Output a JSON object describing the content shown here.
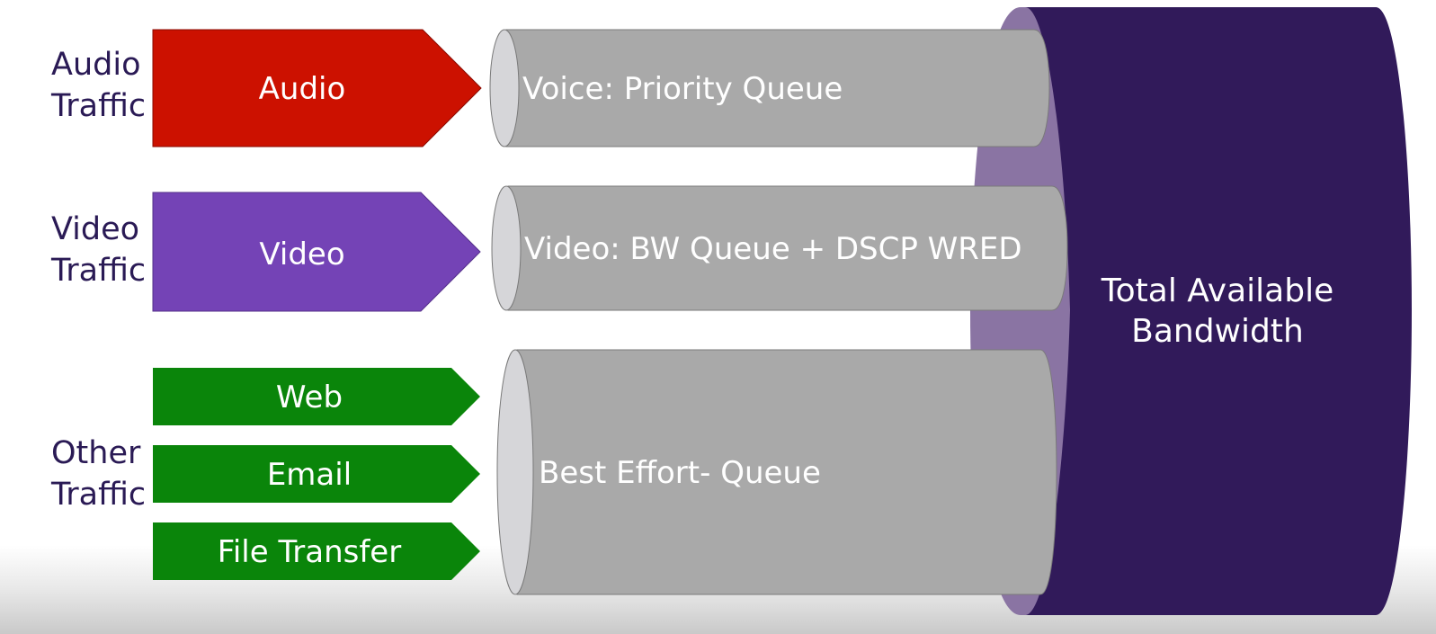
{
  "categories": {
    "audio": [
      "Audio",
      "Traffic"
    ],
    "video": [
      "Video",
      "Traffic"
    ],
    "other": [
      "Other",
      "Traffic"
    ]
  },
  "arrows": {
    "audio": "Audio",
    "video": "Video",
    "web": "Web",
    "email": "Email",
    "file": "File Transfer"
  },
  "queues": {
    "voice": "Voice: Priority Queue",
    "video": "Video: BW Queue + DSCP WRED",
    "best": "Best Effort- Queue"
  },
  "bandwidth": [
    "Total Available",
    "Bandwidth"
  ],
  "colors": {
    "audio": "#cc1100",
    "video": "#7443b6",
    "other": "#0a850a",
    "pipe": "#a9a9a9",
    "pipe_end": "#d6d6d9",
    "bandwidth": "#311a5a",
    "bandwidth_rim": "#8a74a3"
  }
}
